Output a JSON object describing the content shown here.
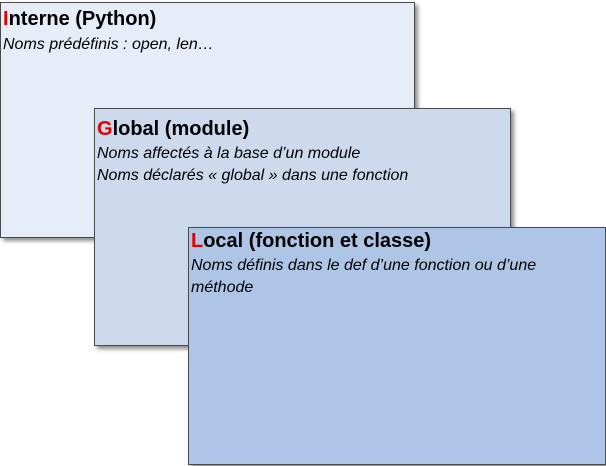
{
  "scopes": {
    "interne": {
      "initial": "I",
      "title_rest": "nterne (Python)",
      "lines": [
        "Noms prédéfinis : open, len…"
      ]
    },
    "global": {
      "initial": "G",
      "title_rest": "lobal (module)",
      "lines": [
        "Noms affectés à la base d’un module",
        "Noms déclarés « global » dans une fonction"
      ]
    },
    "local": {
      "initial": "L",
      "title_rest": "ocal (fonction et classe)",
      "lines": [
        "Noms définis dans le def d’une fonction ou d’une",
        "méthode"
      ]
    }
  },
  "colors": {
    "initial_letter": "#e00000",
    "interne_fill": "#e6edf8",
    "global_fill": "#cdd9ec",
    "local_fill": "#afc5e5",
    "border": "#4a4a4a"
  }
}
